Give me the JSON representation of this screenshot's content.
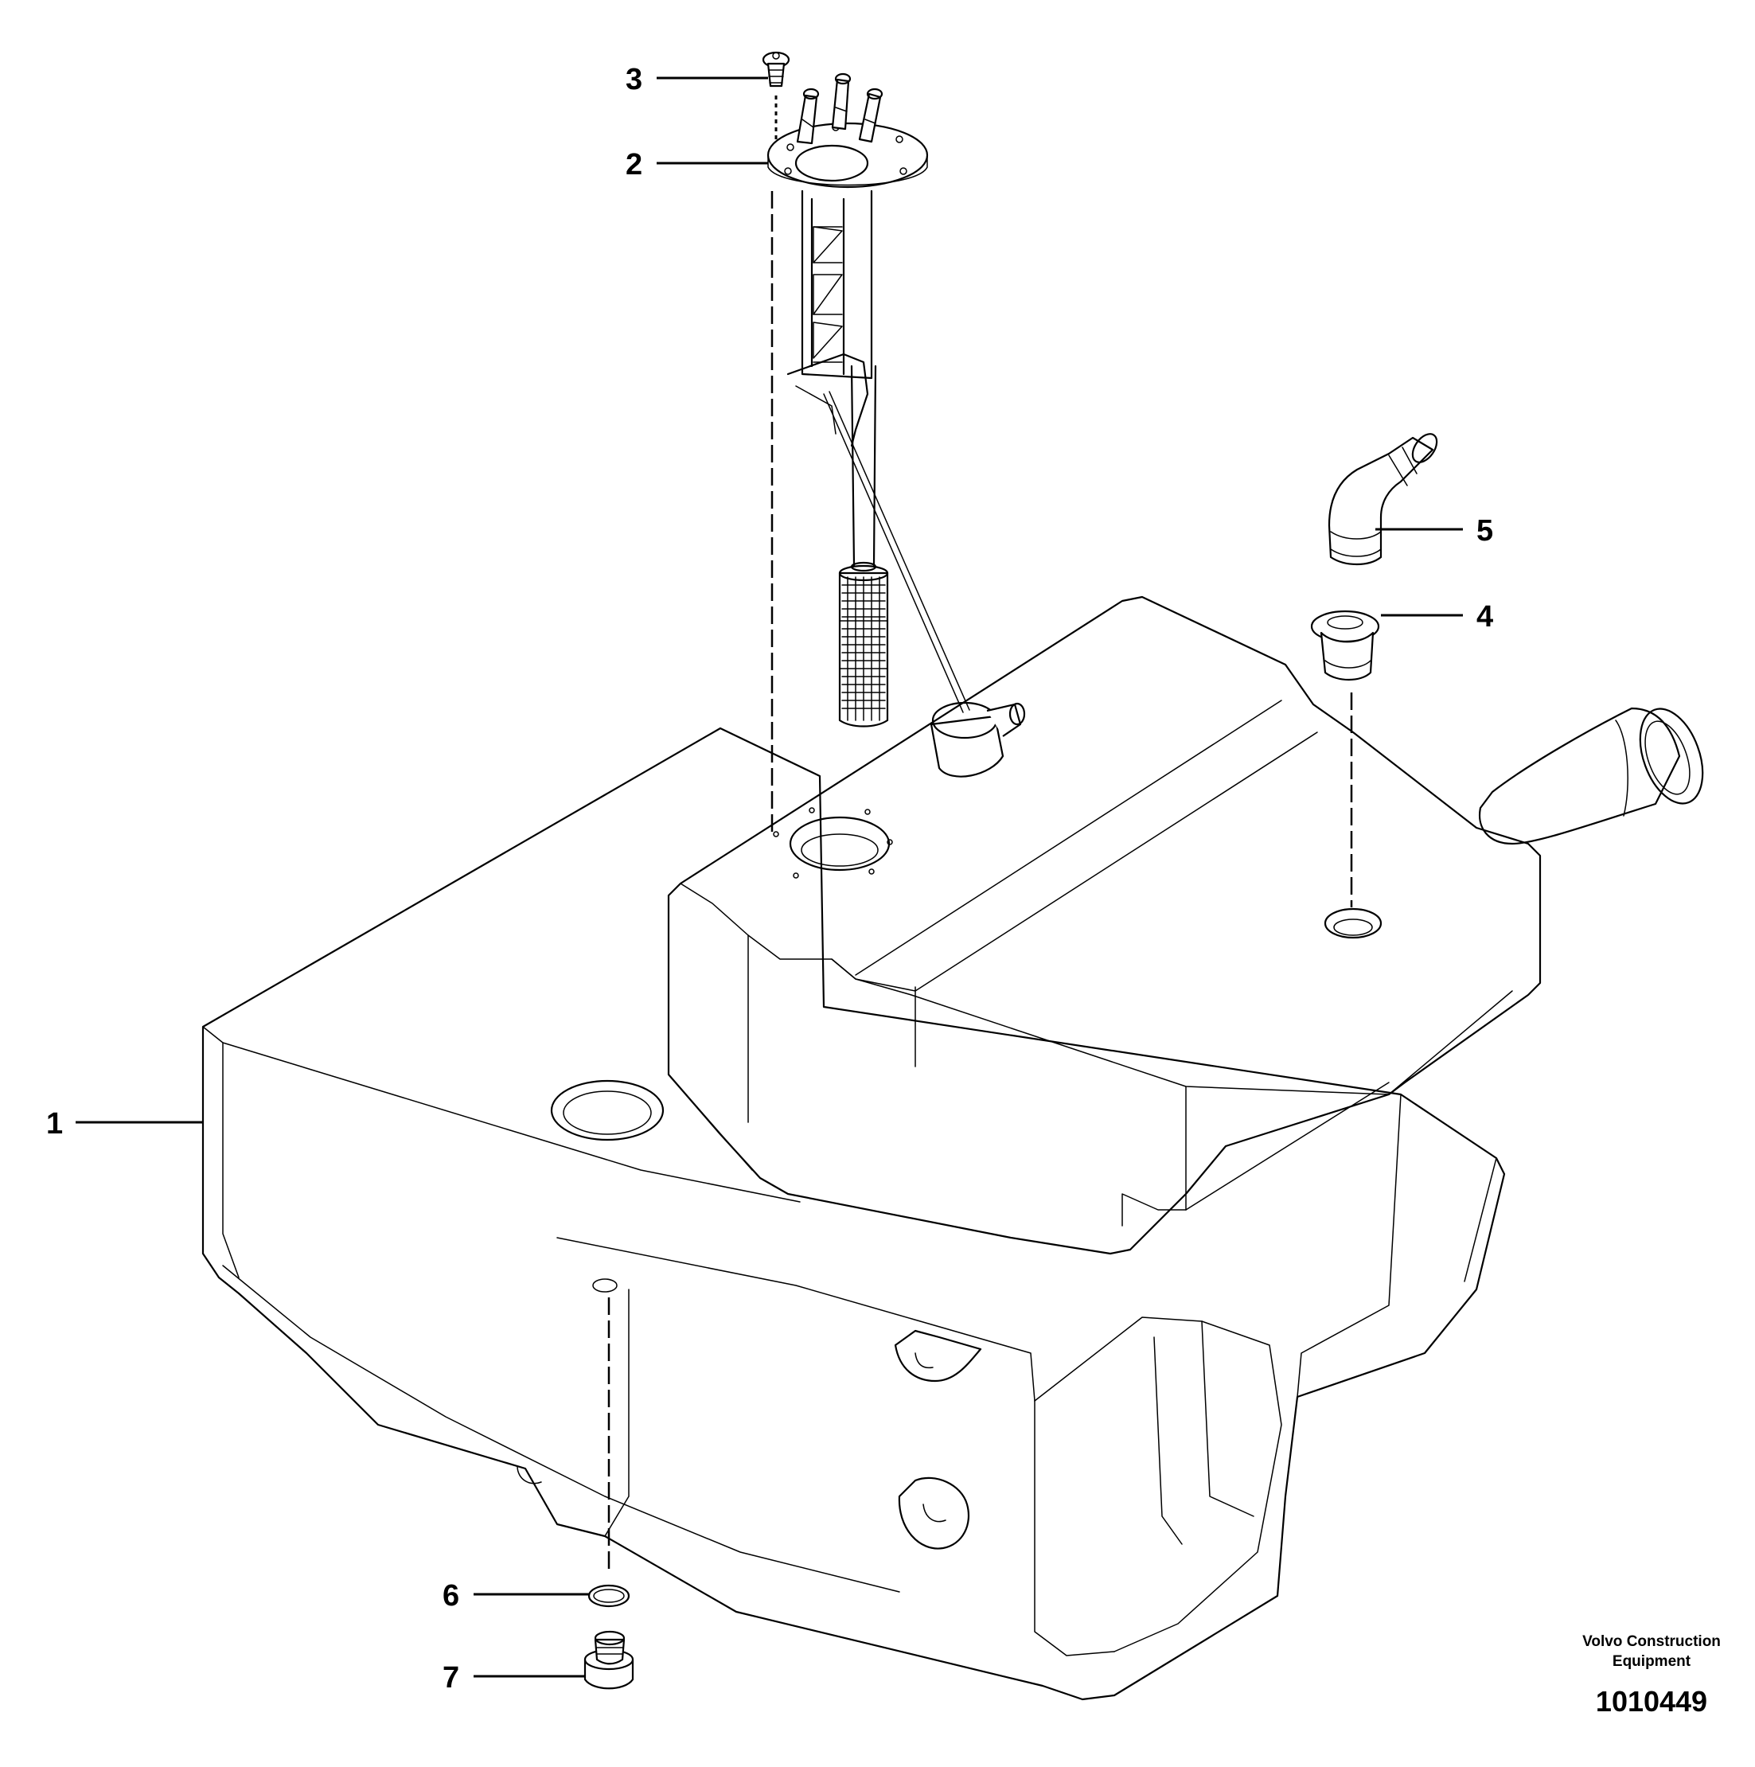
{
  "callouts": [
    {
      "id": "1",
      "label": "1"
    },
    {
      "id": "2",
      "label": "2"
    },
    {
      "id": "3",
      "label": "3"
    },
    {
      "id": "4",
      "label": "4"
    },
    {
      "id": "5",
      "label": "5"
    },
    {
      "id": "6",
      "label": "6"
    },
    {
      "id": "7",
      "label": "7"
    }
  ],
  "footer": {
    "company_line1": "Volvo Construction",
    "company_line2": "Equipment",
    "document_number": "1010449"
  }
}
